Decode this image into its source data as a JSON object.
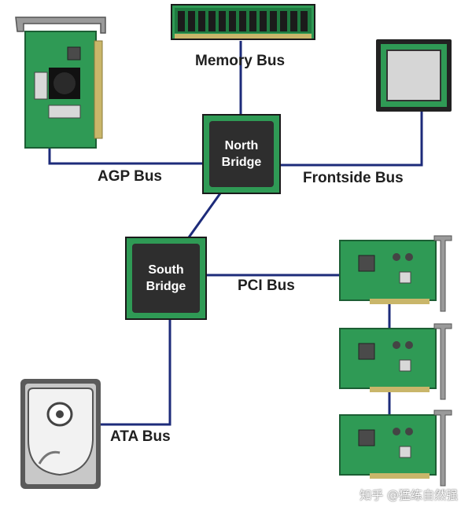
{
  "colors": {
    "bus_line": "#1d2b7a",
    "board_green": "#2f9a55",
    "board_edge": "#1c5e34",
    "chip_dark": "#2e2e2e",
    "gold": "#c9b66a"
  },
  "labels": {
    "memory_bus": "Memory Bus",
    "agp_bus": "AGP Bus",
    "frontside_bus": "Frontside Bus",
    "pci_bus": "PCI Bus",
    "ata_bus": "ATA Bus"
  },
  "chips": {
    "north_bridge": {
      "line1": "North",
      "line2": "Bridge"
    },
    "south_bridge": {
      "line1": "South",
      "line2": "Bridge"
    }
  },
  "components": {
    "memory_icon": "ram-module-icon",
    "agp_card_icon": "agp-graphics-card-icon",
    "cpu_icon": "cpu-icon",
    "pci_card_icon": "pci-expansion-card-icon",
    "hard_drive_icon": "hard-drive-icon"
  },
  "watermark": "知乎 @猛练自然强"
}
